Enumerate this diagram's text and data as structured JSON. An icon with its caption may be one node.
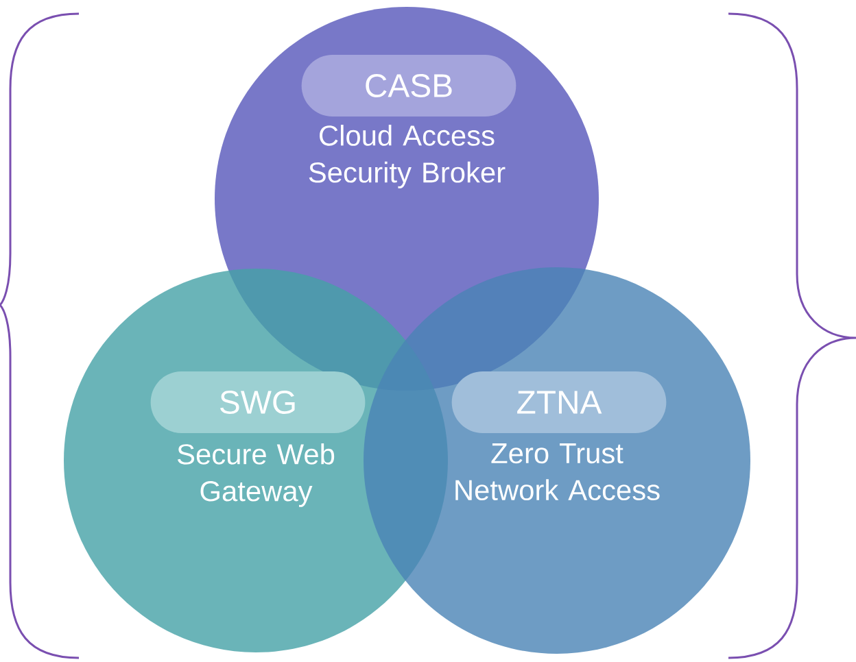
{
  "diagram": {
    "nodes": [
      {
        "text": [
          "CASB",
          "Cloud Access Security Broker"
        ]
      },
      {
        "text": [
          "SWG",
          "Secure Web Gateway"
        ]
      },
      {
        "text": [
          "ZTNA",
          "Zero Trust Network Access"
        ]
      }
    ]
  }
}
